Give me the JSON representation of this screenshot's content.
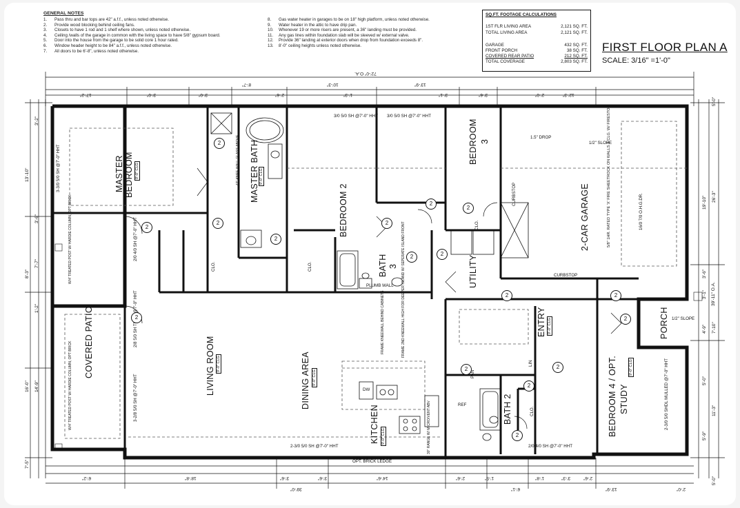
{
  "general_notes": {
    "heading": "GENERAL NOTES",
    "left": [
      {
        "n": "1.",
        "text": "Pass thru and bar tops are 42\" a.f.f., unless noted otherwise."
      },
      {
        "n": "2.",
        "text": "Provide wood blocking behind ceiling fans."
      },
      {
        "n": "3.",
        "text": "Closets to have 1 rod and 1 shelf where shown, unless noted otherwise."
      },
      {
        "n": "4.",
        "text": "Ceiling /walls of the garage in common with the living space to have 5/8\" gypsum board."
      },
      {
        "n": "5.",
        "text": "Door into the house from the garage to be solid core 1 hour rated."
      },
      {
        "n": "6.",
        "text": "Window header height to be 84\" a.f.f., unless noted otherwise."
      },
      {
        "n": "7.",
        "text": "All doors to be 6'-8\", unless noted otherwise."
      }
    ],
    "right": [
      {
        "n": "8.",
        "text": "Gas water heater in garages to be on 18\" high platform, unless noted otherwise."
      },
      {
        "n": "9.",
        "text": "Water heater in the attic to have drip pan."
      },
      {
        "n": "10.",
        "text": "Whenever 19 or more risers are present, a 36\" landing must be provided."
      },
      {
        "n": "11.",
        "text": "Any gas lines within foundation slab will be sleeved w/ external valve."
      },
      {
        "n": "12.",
        "text": "Provide 36\" landing at exterior doors when drop from foundation exceeds 8\"."
      },
      {
        "n": "13.",
        "text": "8'-0\" ceiling heights unless noted otherwise."
      }
    ]
  },
  "sqft": {
    "heading": "SQ.FT. FOOTAGE CALCULATIONS",
    "rows": [
      {
        "label": "1ST FLR LIVING AREA",
        "value": "2,121 SQ. FT."
      },
      {
        "label": "TOTAL LIVING AREA",
        "value": "2,121 SQ. FT."
      },
      {
        "label": "GARAGE",
        "value": "432 SQ. FT."
      },
      {
        "label": "FRONT PORCH",
        "value": "38 SQ. FT."
      },
      {
        "label": "COVERED REAR PATIO",
        "value": "212 SQ. FT."
      },
      {
        "label": "TOTAL COVERAGE",
        "value": "2,803 SQ. FT."
      }
    ]
  },
  "plan_title": "FIRST FLOOR PLAN A",
  "plan_scale": "SCALE:  3/16\" =1'-0\"",
  "rooms": {
    "master_bedroom_1": "MASTER",
    "master_bedroom_2": "BEDROOM",
    "master_bedroom_clg": "9'-0\" CLG",
    "master_bath": "MASTER BATH",
    "master_bath_clg": "9'-0\" CLG",
    "bedroom2": "BEDROOM 2",
    "bedroom3": "BEDROOM",
    "bedroom3_num": "3",
    "bath3": "BATH",
    "bath3_num": "3",
    "utility": "UTILITY",
    "garage": "2-CAR GARAGE",
    "covered_patio": "COVERED PATIO",
    "living_room": "LIVING ROOM",
    "living_clg": "9'-0\" CLG",
    "dining_area": "DINING AREA",
    "dining_clg": "9'-0\" CLG",
    "kitchen": "KITCHEN",
    "kitchen_clg": "9'-0\" CLG",
    "entry": "ENTRY",
    "entry_clg": "9'-0\" CLG",
    "porch": "PORCH",
    "bath2": "BATH 2",
    "bedroom4_1": "BEDROOM 4 / OPT.",
    "bedroom4_2": "STUDY",
    "bedroom4_clg": "9'-0\" CLG",
    "pan": "PAN",
    "lin": "LIN",
    "clo": "CLO."
  },
  "callouts": {
    "window_master": "3-3/0 5/0 SH @7'-0\" HHT",
    "window_bed2": "3/0 5/0 SH @7'-0\" HHT",
    "window_bed3": "3/0 5/0 SH @7'-0\" HHT",
    "window_patio1": "2/0 4/0 SH @7'-0\" HHT",
    "window_patio2": "2/8 5/0 SH TEMP @7'-0\" HHT",
    "window_patio3": "3-2/8 5/0 SH @7'-0\" HHT",
    "window_living": "2-3/0 5/0 SH @7'-0\" HHT",
    "window_bath2": "2/0 4/0 SH @7'-0\" HHT",
    "window_bed4": "2-3/0 5/0 SHDL MULLED @7'-0\" HHT",
    "garage_door": "16/0 7/0 O.H.G.DR.",
    "garage_wall": "5/8\" 1HR. RATED TYPE 'X' FIRE SHEETROCK ON WALLS & CLG. W/ FIRESTOP",
    "curbstop": "CURBSTOP",
    "curbstop2": "CURBSTOP",
    "plumb_wall": "PLUMB WALL",
    "glass_wall": "42\" KNEE WALL GLASS ABOVE",
    "frame_knee": "FRAME KNEEWALL BEHIND CABINETS",
    "frame_2nd": "FRAME 2ND KNEEWALL HIGH FOR DEEPER ISLAND W/ SEPERATE ISLAND FRONT",
    "treated_post1": "W/4' TREATED POST W/ HARDIE COLUMN, OPT BRICK",
    "treated_post2": "W/4' TREATED POST W/ HARDIE COLUMN, OPT BRICK",
    "brick_ledge": "OPT. BRICK LEDGE",
    "slope_half": "1/2\" SLOPE",
    "slope_drop": "1.5\" DROP",
    "dw": "DW",
    "ref": "REF",
    "vent_hood": "30\" RANGE W/ MICRO/VENT ABV",
    "overall_top": "72'-0\" O.A.",
    "overall_bottom": "39'-0\"",
    "overall_right": "39'-11\" O.A."
  },
  "dims": {
    "top_row": [
      "17'-2\"",
      "3'-0\"",
      "3'-0\"",
      "8'-7\"",
      "2'-6\"",
      "10'-3\"",
      "13'-9\"",
      "1'-3\"",
      "3'-1\"",
      "3'-6\"",
      "2'-0\"",
      "12'-3\""
    ],
    "bottom_row": [
      "6'-2\"",
      "18'-8\"",
      "3'-6\"",
      "3'-6\"",
      "14'-6\"",
      "2'-6\"",
      "1'-5\"",
      "6'-1\"",
      "1'-8\"",
      "3'-3\"",
      "2'-6\"",
      "13'-9\"",
      "2'-0\""
    ],
    "left_col": [
      "3'-2\"",
      "13'-10\"",
      "3'-6\"",
      "7'-7\"",
      "8'-3\"",
      "1'-2\"",
      "16'-0\"",
      "14'-9\"",
      "7'-5\""
    ],
    "right_col": [
      "5'-0\"",
      "19'-10\"",
      "26'-3\"",
      "3'-6\"",
      "3'-1\"",
      "7'-10\"",
      "4'-9\"",
      "5'-0\"",
      "11'-3\"",
      "5'-9\"",
      "5'-0\""
    ]
  },
  "tag_label": "2"
}
